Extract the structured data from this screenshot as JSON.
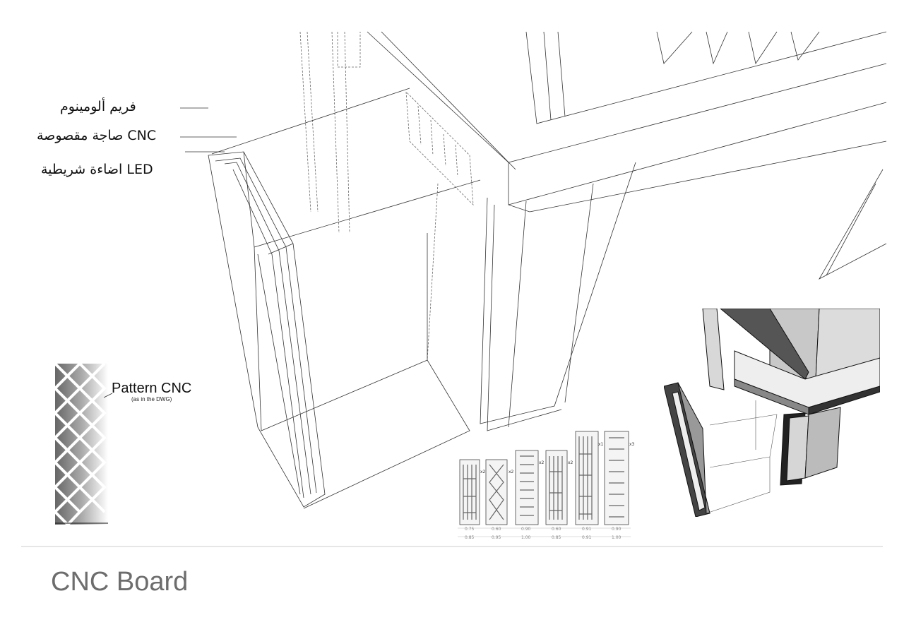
{
  "callouts": {
    "frame": "فريم ألومينوم",
    "cnc_sheet": "CNC صاجة مقصوصة",
    "led": "LED اضاءة شريطية"
  },
  "pattern": {
    "label": "Pattern CNC",
    "sublabel": "(as in the DWG)"
  },
  "panels": [
    {
      "qty": "x2",
      "w1": "0.75",
      "w2": "0.85"
    },
    {
      "qty": "x2",
      "w1": "0.60",
      "w2": "0.95"
    },
    {
      "qty": "x2",
      "w1": "0.90",
      "w2": "1.00"
    },
    {
      "qty": "x2",
      "w1": "0.60",
      "w2": "0.85"
    },
    {
      "qty": "x1",
      "w1": "0.91",
      "w2": "0.91"
    },
    {
      "qty": "x3",
      "w1": "0.90",
      "w2": "1.00"
    }
  ],
  "footer": {
    "title": "CNC Board"
  }
}
